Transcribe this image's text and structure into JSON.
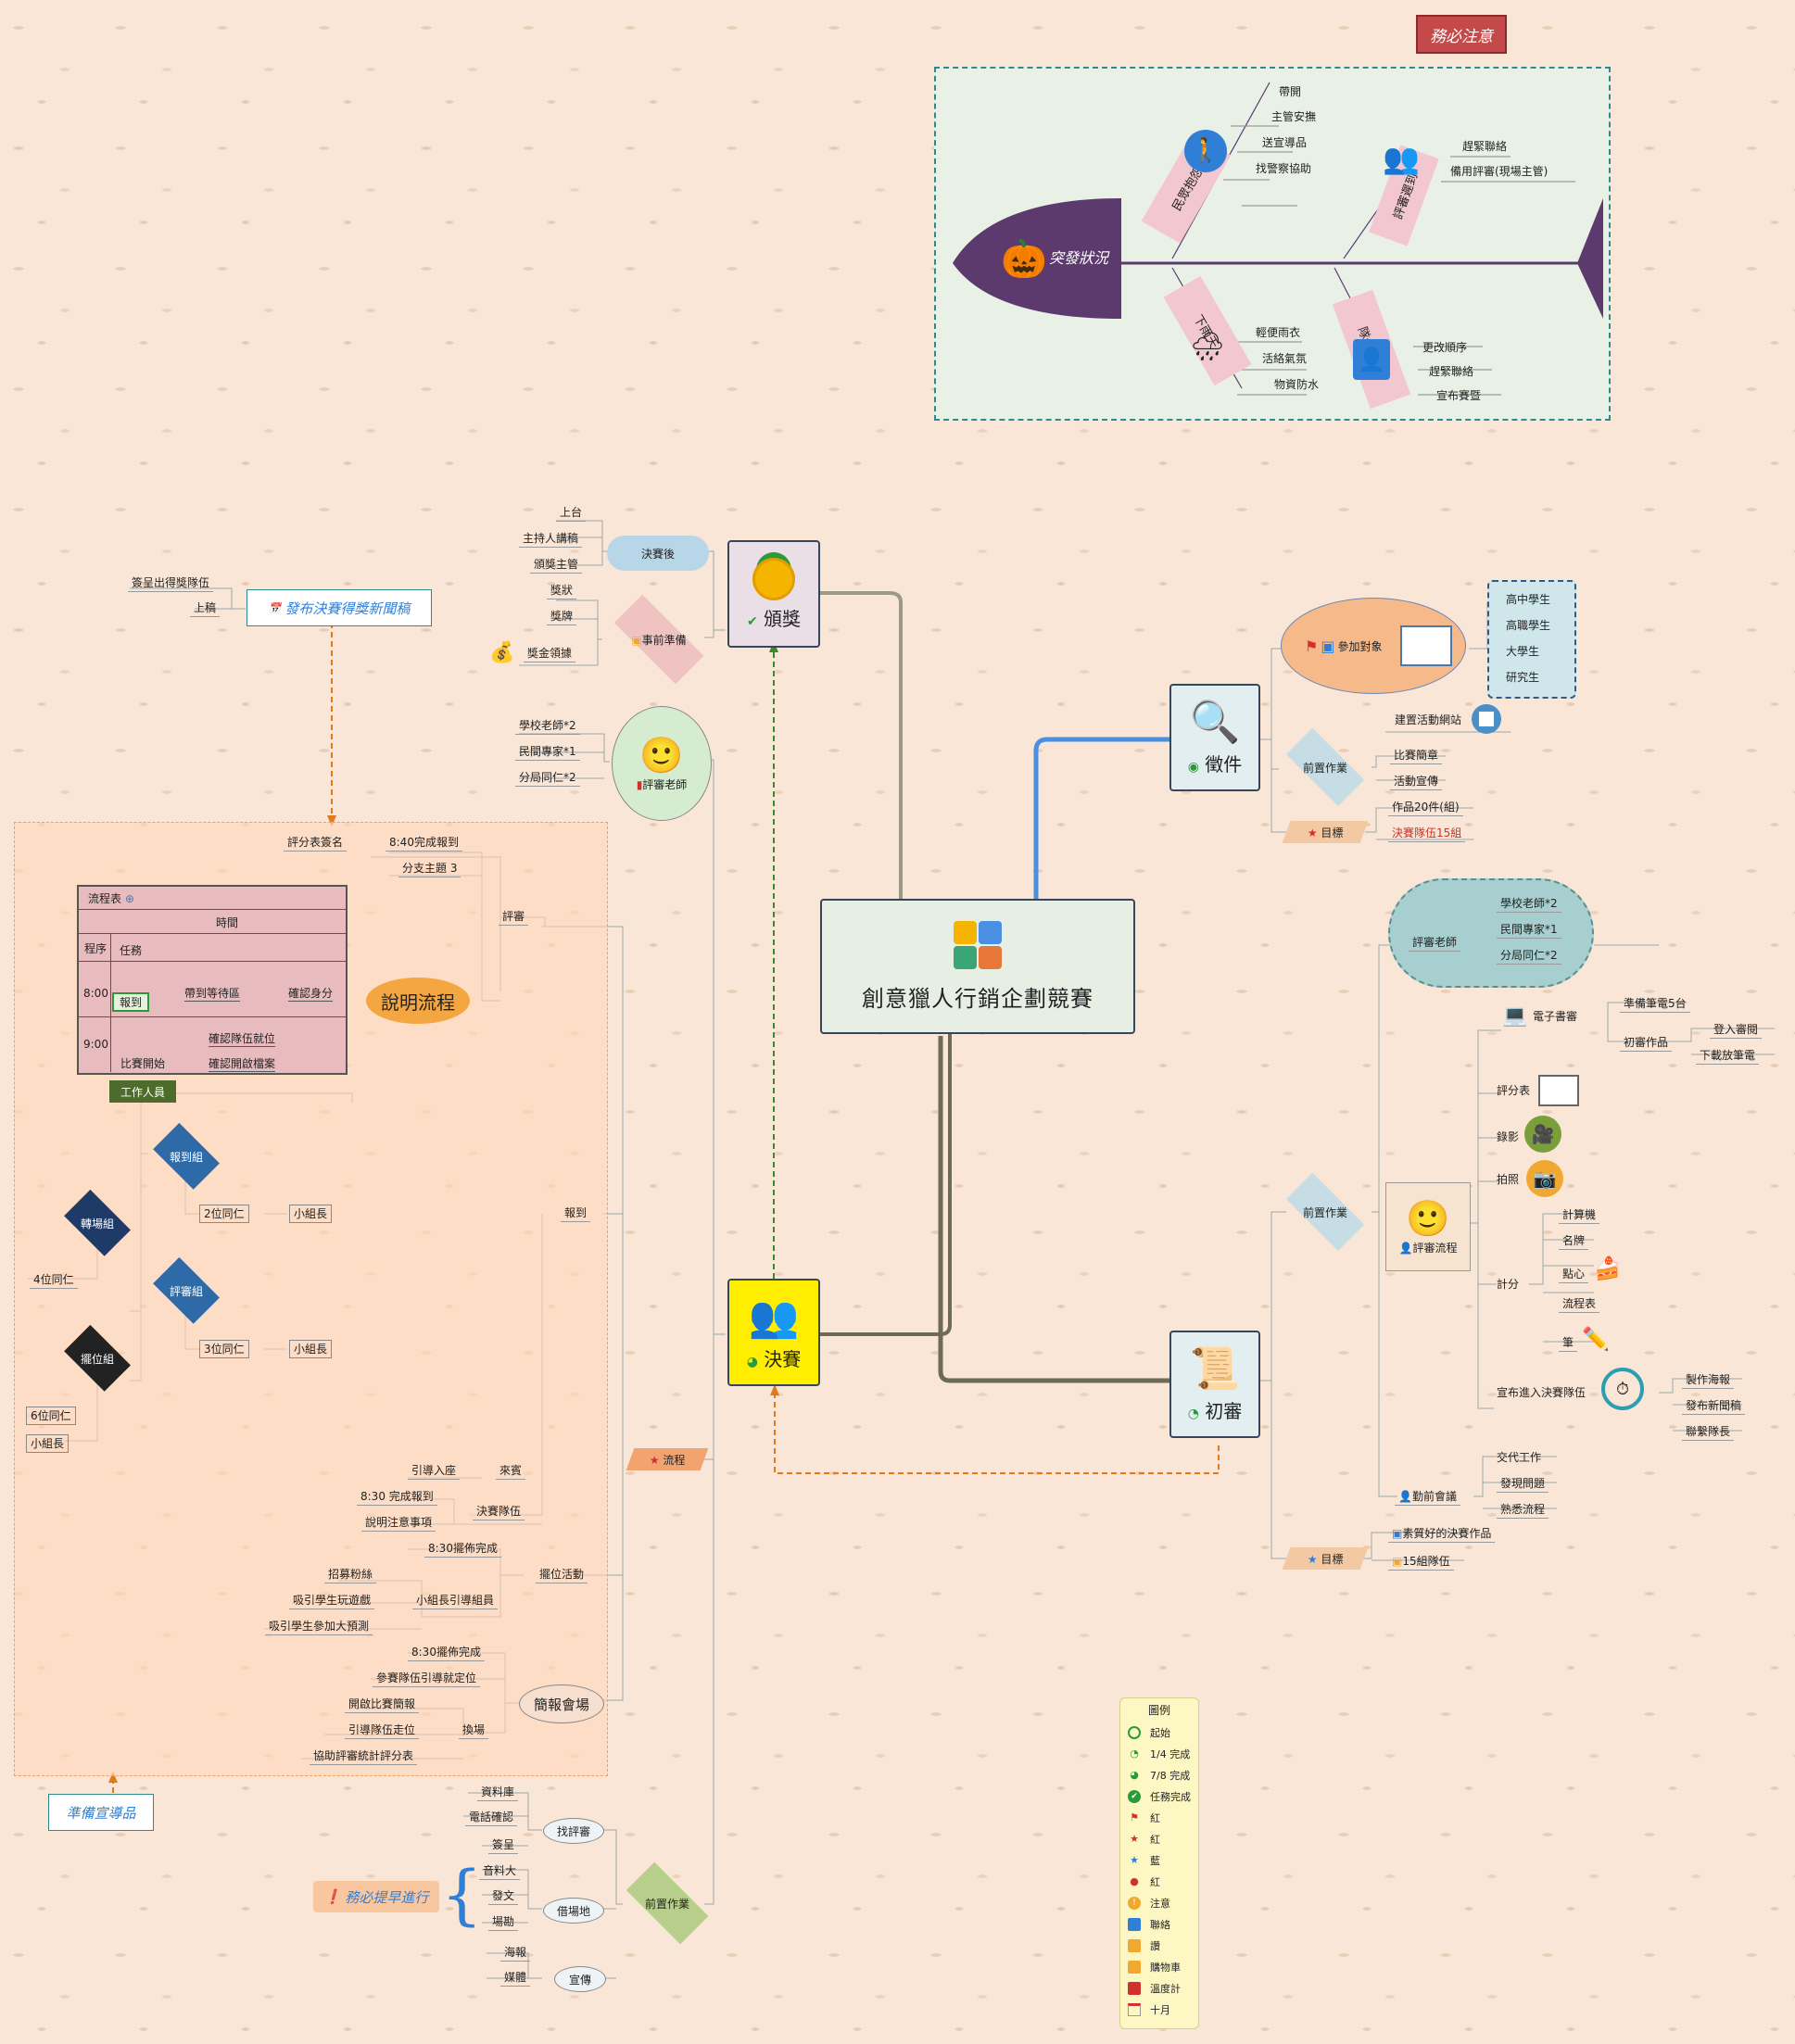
{
  "central": {
    "title": "創意獵人行銷企劃競賽"
  },
  "notice": {
    "must_note": "務必注意",
    "must_early": "務必提早進行"
  },
  "fishbone": {
    "head": "突發狀況",
    "categories": {
      "civil": {
        "label": "民眾抱怨",
        "items": [
          "帶開",
          "主管安撫",
          "送宣導品",
          "找警察協助"
        ]
      },
      "judge": {
        "label": "評審遲到",
        "items": [
          "趕緊聯絡",
          "備用評審(現場主管)"
        ]
      },
      "rain": {
        "label": "下雨天",
        "items": [
          "輕便雨衣",
          "活絡氣氛",
          "物資防水"
        ]
      },
      "team": {
        "label": "隊伍遲到",
        "items": [
          "更改順序",
          "趕緊聯絡",
          "宣布賽暨"
        ]
      }
    }
  },
  "zhengjian": {
    "title": "徵件",
    "target_bubble": "參加對象",
    "targets": [
      "高中學生",
      "高職學生",
      "大學生",
      "研究生"
    ],
    "website": "建置活動網站",
    "prep": "前置作業",
    "prep_items": [
      "比賽簡章",
      "活動宣傳"
    ],
    "goal": "目標",
    "goal_items": [
      "作品20件(組)",
      "決賽隊伍15組"
    ]
  },
  "chushen": {
    "title": "初審",
    "judges_label": "評審老師",
    "judges": [
      "學校老師*2",
      "民間專家*1",
      "分局同仁*2"
    ],
    "prep": "前置作業",
    "flow_label": "評審流程",
    "ereview": "電子書審",
    "ereview_items": [
      "準備筆電5台",
      "初審作品"
    ],
    "ereview_sub": [
      "登入審閱",
      "下載放筆電"
    ],
    "score_sheet": "評分表",
    "record": "錄影",
    "photo": "拍照",
    "scoring": "計分",
    "scoring_items": [
      "計算機",
      "名牌",
      "點心",
      "流程表",
      "筆"
    ],
    "announce": "宣布進入決賽隊伍",
    "announce_items": [
      "製作海報",
      "發布新聞稿",
      "聯繫隊長"
    ],
    "meeting": "勤前會議",
    "meeting_items": [
      "交代工作",
      "發現問題",
      "熟悉流程"
    ],
    "goal": "目標",
    "goal_items": [
      "素質好的決賽作品",
      "15組隊伍"
    ]
  },
  "songjiang": {
    "title": "頒獎",
    "after": "決賽後",
    "after_items": [
      "上台",
      "主持人講稿",
      "頒獎主管"
    ],
    "prep": "事前準備",
    "prep_items": [
      "獎狀",
      "獎牌",
      "獎金領據"
    ],
    "news": "發布決賽得獎新聞稿",
    "news_items": [
      "簽呈出得獎隊伍",
      "上稿"
    ]
  },
  "juesai": {
    "title": "決賽",
    "judges_label": "評審老師",
    "judges": [
      "學校老師*2",
      "民間專家*1",
      "分局同仁*2"
    ],
    "process": "流程",
    "explain": "說明流程",
    "flowtable": {
      "title": "流程表",
      "col_time": "時間",
      "col_order": "程序",
      "col_task": "任務",
      "t1": "8:00",
      "t2": "9:00",
      "r1": "報到",
      "r1b": "帶到等待區",
      "r1c": "確認身分",
      "r2a": "確認隊伍就位",
      "r2b": "比賽開始",
      "r2c": "確認開啟檔案",
      "staff": "工作人員"
    },
    "review": "評審",
    "review_items": [
      "評分表簽名",
      "分支主題 3"
    ],
    "review_sub": "8:40完成報到",
    "checkin": "報到",
    "groups": {
      "checkin_group": "報到組",
      "judge_group": "評審組",
      "transfer_group": "轉場組",
      "booth_group": "擺位組",
      "n2": "2位同仁",
      "n3": "3位同仁",
      "n4": "4位同仁",
      "n6": "6位同仁",
      "leader": "小組長"
    },
    "guide": "引導入座",
    "guest": "來賓",
    "final_teams": "決賽隊伍",
    "final_items": [
      "8:30 完成報到",
      "說明注意事項"
    ],
    "booth": "擺位活動",
    "booth_done": "8:30擺佈完成",
    "booth_lead": "小組長引導組員",
    "booth_items": [
      "招募粉絲",
      "吸引學生玩遊戲",
      "吸引學生參加大預測"
    ],
    "venue": "簡報會場",
    "venue_done": "8:30擺佈完成",
    "venue_items": [
      "參賽隊伍引導就定位",
      "開啟比賽簡報"
    ],
    "swap": "換場",
    "swap_items": [
      "引導隊伍走位",
      "協助評審統計評分表"
    ],
    "prepare_gifts": "準備宣導品",
    "prep": "前置作業",
    "find_judge": "找評審",
    "find_judge_items": [
      "資料庫",
      "電話確認",
      "簽呈"
    ],
    "borrow": "借場地",
    "borrow_items": [
      "音料大",
      "發文",
      "場勘"
    ],
    "promo": "宣傳",
    "promo_items": [
      "海報",
      "媒體"
    ]
  },
  "legend": {
    "title": "圖例",
    "items": [
      "起始",
      "1/4 完成",
      "7/8 完成",
      "任務完成",
      "紅",
      "紅",
      "藍",
      "紅",
      "注意",
      "聯絡",
      "讚",
      "購物車",
      "溫度計",
      "十月"
    ]
  },
  "colors": {
    "accent": "#4a90e2",
    "fish": "#5c3a6e",
    "orange": "#f4a640",
    "green": "#b5c99a"
  }
}
